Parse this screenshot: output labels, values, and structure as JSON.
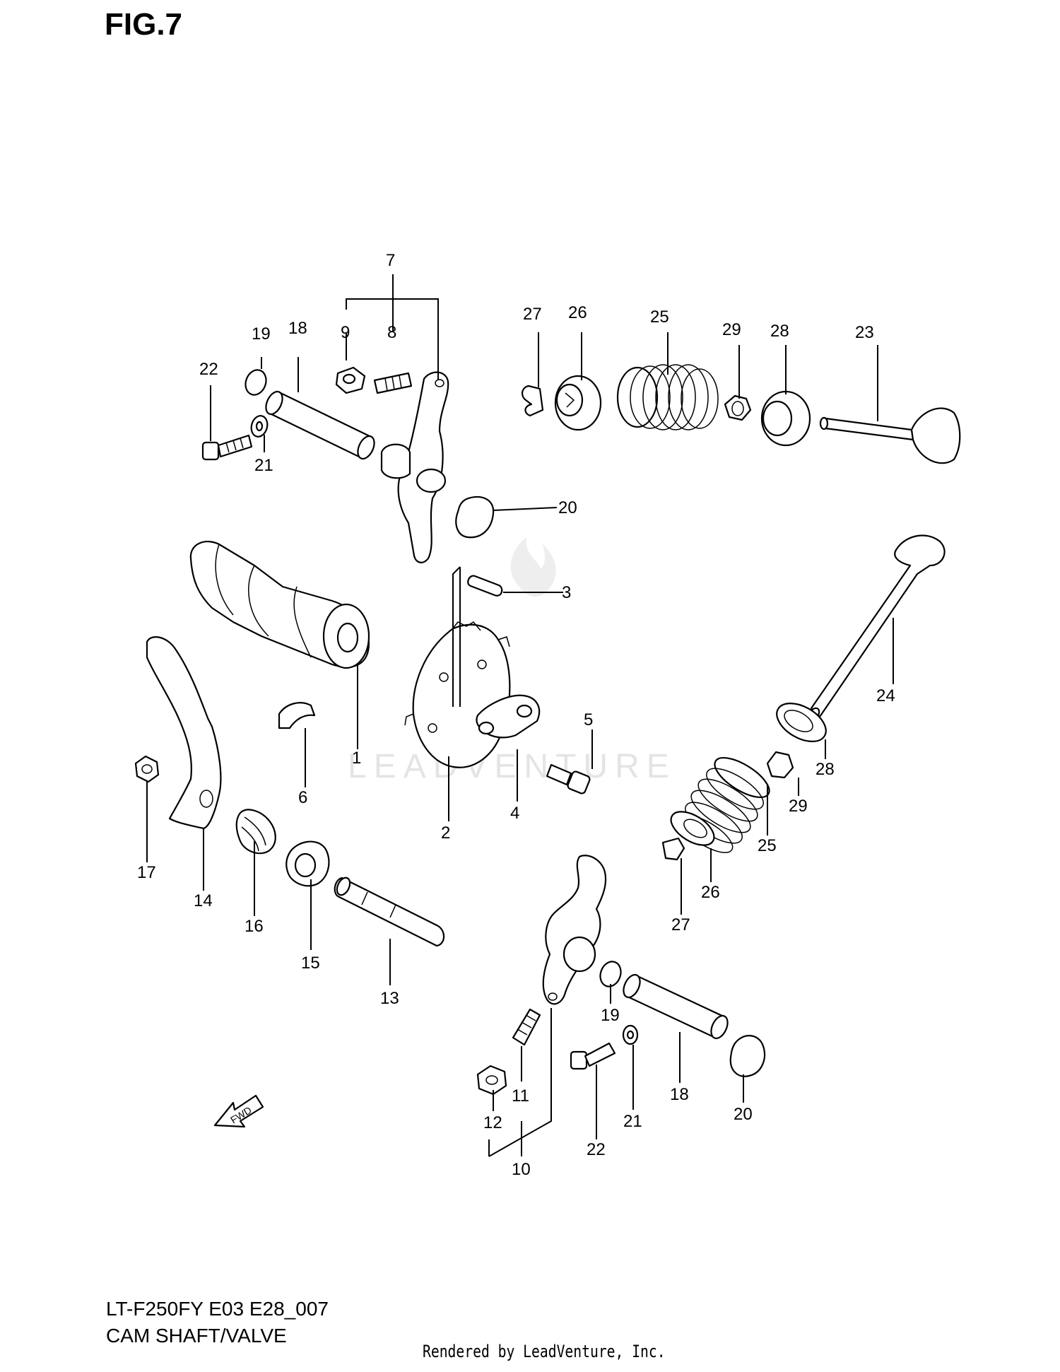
{
  "figure": {
    "title": "FIG.7",
    "model_code": "LT-F250FY E03 E28_007",
    "section_title": "CAM SHAFT/VALVE",
    "rendered_by": "Rendered by LeadVenture, Inc."
  },
  "watermark": {
    "text": "LEADVENTURE",
    "color": "#e2e2e2"
  },
  "fwd_arrow": {
    "label": "FWD"
  },
  "callouts": {
    "p7": "7",
    "p9": "9",
    "p8": "8",
    "p18a": "18",
    "p19a": "19",
    "p22a": "22",
    "p21a": "21",
    "p27a": "27",
    "p26a": "26",
    "p25a": "25",
    "p29a": "29",
    "p28a": "28",
    "p23": "23",
    "p20a": "20",
    "p3": "3",
    "p24": "24",
    "p1": "1",
    "p6": "6",
    "p5": "5",
    "p2": "2",
    "p4": "4",
    "p28b": "28",
    "p29b": "29",
    "p25b": "25",
    "p26b": "26",
    "p27b": "27",
    "p17": "17",
    "p14": "14",
    "p16": "16",
    "p15": "15",
    "p13": "13",
    "p19b": "19",
    "p18b": "18",
    "p20b": "20",
    "p11": "11",
    "p12": "12",
    "p10": "10",
    "p22b": "22",
    "p21b": "21"
  }
}
